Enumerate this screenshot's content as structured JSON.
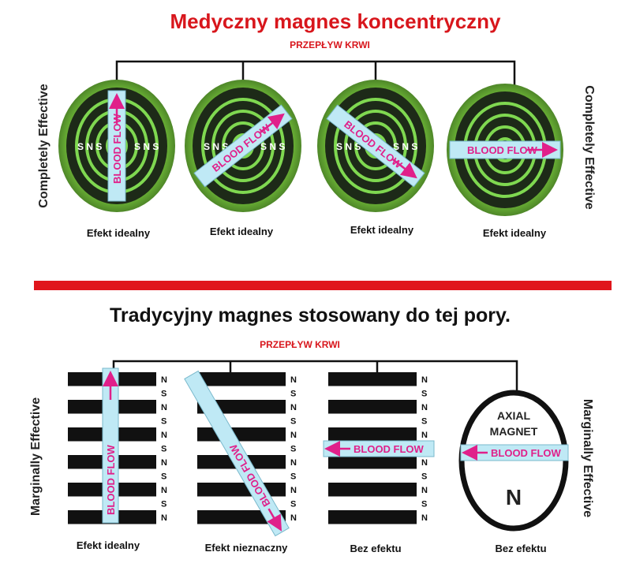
{
  "top_section": {
    "title": "Medyczny magnes koncentryczny",
    "subtitle": "PRZEPŁYW KRWI",
    "side_label_left": "Completely Effective",
    "side_label_right": "Completely Effective",
    "magnets": [
      {
        "caption": "Efekt idealny",
        "flow_label": "BLOOD FLOW",
        "orientation": "vertical"
      },
      {
        "caption": "Efekt idealny",
        "flow_label": "BLOOD FLOW",
        "orientation": "diagonal-up-right"
      },
      {
        "caption": "Efekt idealny",
        "flow_label": "BLOOD FLOW",
        "orientation": "diagonal-up-left"
      },
      {
        "caption": "Efekt idealny",
        "flow_label": "BLOOD FLOW",
        "orientation": "horizontal"
      }
    ],
    "pole_label": "S N S"
  },
  "bottom_section": {
    "title": "Tradycyjny magnes stosowany do tej pory.",
    "subtitle": "PRZEPŁYW KRWI",
    "side_label_left": "Marginally Effective",
    "side_label_right": "Marginally Effective",
    "magnets": [
      {
        "caption": "Efekt idealny",
        "flow_label": "BLOOD FLOW",
        "orientation": "vertical"
      },
      {
        "caption": "Efekt nieznaczny",
        "flow_label": "BLOOD FLOW",
        "orientation": "diagonal"
      },
      {
        "caption": "Bez efektu",
        "flow_label": "BLOOD FLOW",
        "orientation": "horizontal"
      },
      {
        "caption": "Bez efektu",
        "flow_label": "BLOOD FLOW",
        "orientation": "horizontal"
      }
    ],
    "pole_sequence": [
      "N",
      "S",
      "N",
      "S",
      "N",
      "S",
      "N",
      "S",
      "N",
      "S",
      "N"
    ],
    "axial_label_1": "AXIAL",
    "axial_label_2": "MAGNET",
    "axial_pole": "N"
  },
  "colors": {
    "title_red": "#d8161c",
    "divider_red": "#e0161c",
    "flow_magenta": "#e0208a",
    "flow_band": "#bfe9f5",
    "magnet_green": "#8fe05a",
    "magnet_dark": "#1d2a18"
  }
}
